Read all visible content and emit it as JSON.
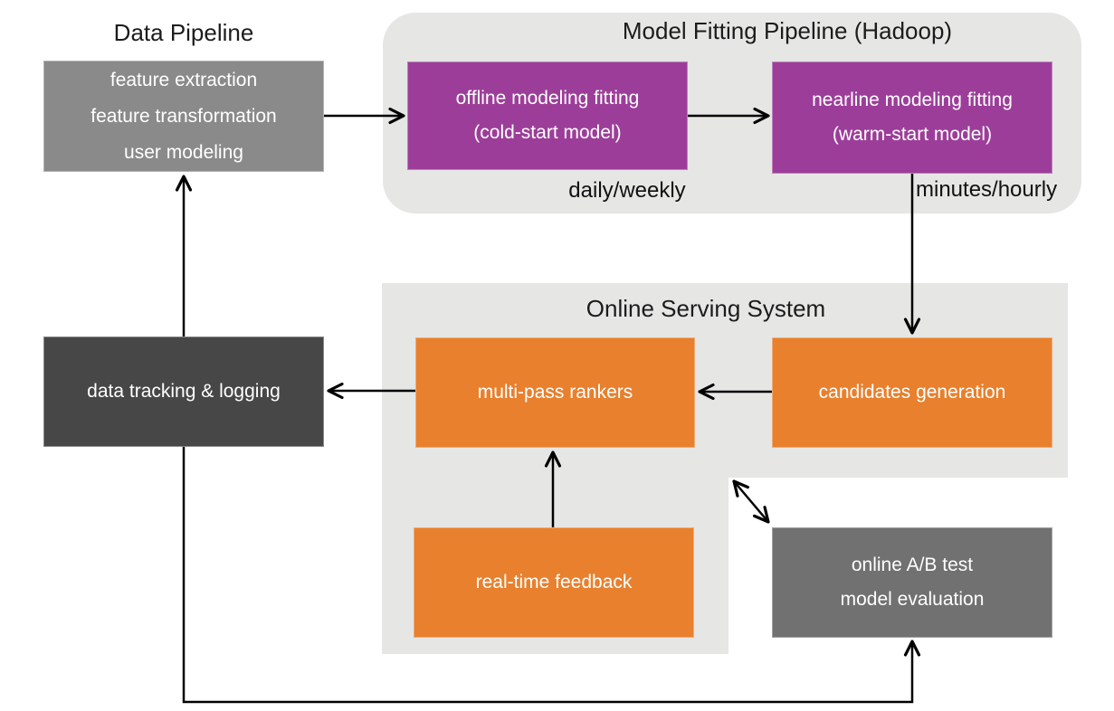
{
  "titles": {
    "data_pipeline": "Data Pipeline",
    "model_fitting": "Model Fitting Pipeline (Hadoop)",
    "online_serving": "Online Serving System"
  },
  "section_labels": {
    "daily_weekly": "daily/weekly",
    "minutes_hourly": "minutes/hourly"
  },
  "boxes": {
    "feature": {
      "lines": [
        "feature extraction",
        "feature transformation",
        "user modeling"
      ],
      "color": "#8A8A8A"
    },
    "offline": {
      "lines": [
        "offline modeling fitting",
        "(cold-start model)"
      ],
      "color": "#9C3E99"
    },
    "nearline": {
      "lines": [
        "nearline modeling fitting",
        "(warm-start model)"
      ],
      "color": "#9C3E99"
    },
    "multipass": {
      "lines": [
        "multi-pass rankers"
      ],
      "color": "#E8802D"
    },
    "candidates": {
      "lines": [
        "candidates generation"
      ],
      "color": "#E8802D"
    },
    "tracking": {
      "lines": [
        "data tracking & logging"
      ],
      "color": "#474747"
    },
    "realtime": {
      "lines": [
        "real-time feedback"
      ],
      "color": "#E8802D"
    },
    "abtest": {
      "lines": [
        "online A/B test",
        "model evaluation"
      ],
      "color": "#717171"
    }
  },
  "colors": {
    "background": "#FFFFFF",
    "container": "#E6E6E5",
    "arrow": "#000000",
    "purple": "#9C3E99",
    "orange": "#E8802D",
    "gray_medium": "#8A8A8A",
    "gray_dark": "#474747",
    "gray_ab": "#717171"
  },
  "connections": [
    {
      "from": "feature-box",
      "to": "offline-model-fitting-box",
      "bidirectional": false
    },
    {
      "from": "offline-model-fitting-box",
      "to": "nearline-model-fitting-box",
      "bidirectional": false
    },
    {
      "from": "nearline-model-fitting-box",
      "to": "candidates-generation-box",
      "bidirectional": false
    },
    {
      "from": "candidates-generation-box",
      "to": "multi-pass-rankers-box",
      "bidirectional": false
    },
    {
      "from": "multi-pass-rankers-box",
      "to": "data-tracking-logging-box",
      "bidirectional": false
    },
    {
      "from": "real-time-feedback-box",
      "to": "multi-pass-rankers-box",
      "bidirectional": false
    },
    {
      "from": "online-serving-container",
      "to": "ab-test-box",
      "bidirectional": true
    },
    {
      "from": "data-tracking-logging-box",
      "to": "feature-box",
      "bidirectional": false
    },
    {
      "from": "data-tracking-logging-box",
      "to": "ab-test-box",
      "bidirectional": false
    }
  ]
}
